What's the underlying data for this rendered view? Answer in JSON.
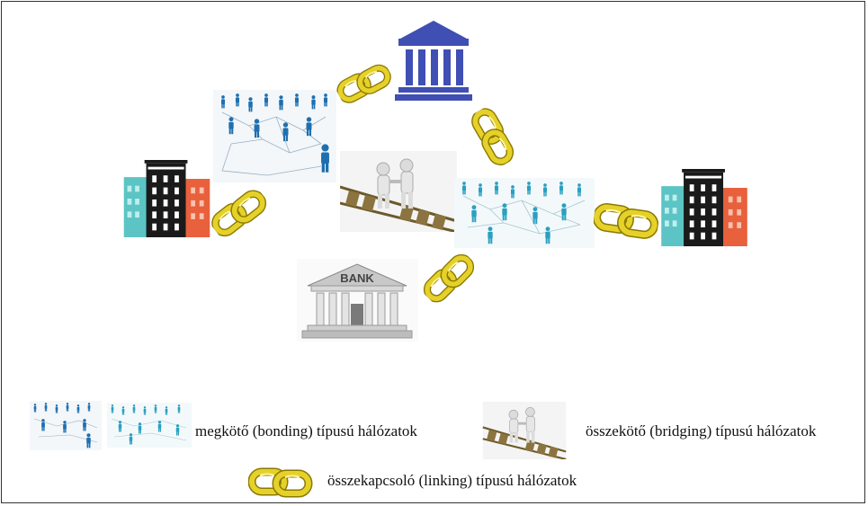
{
  "diagram": {
    "bank_sign": "BANK",
    "legend": {
      "bonding_label": "megkötő (bonding) típusú hálózatok",
      "bridging_label": "összekötő (bridging) típusú hálózatok",
      "linking_label": "összekapcsoló (linking) típusú hálózatok"
    }
  },
  "icons": {
    "chain": "chain-link-icon",
    "institution": "government-building-icon",
    "bank": "bank-building-icon",
    "apartments": "apartment-buildings-icon",
    "network": "people-network-icon",
    "bridge": "handshake-bridge-icon"
  },
  "colors": {
    "institution_blue": "#3f4fb3",
    "chain_gold": "#d8c21a",
    "teal": "#5cc4c4",
    "black": "#1a1a1a",
    "orange": "#e8603c",
    "network_blue": "#1f6fb0"
  }
}
